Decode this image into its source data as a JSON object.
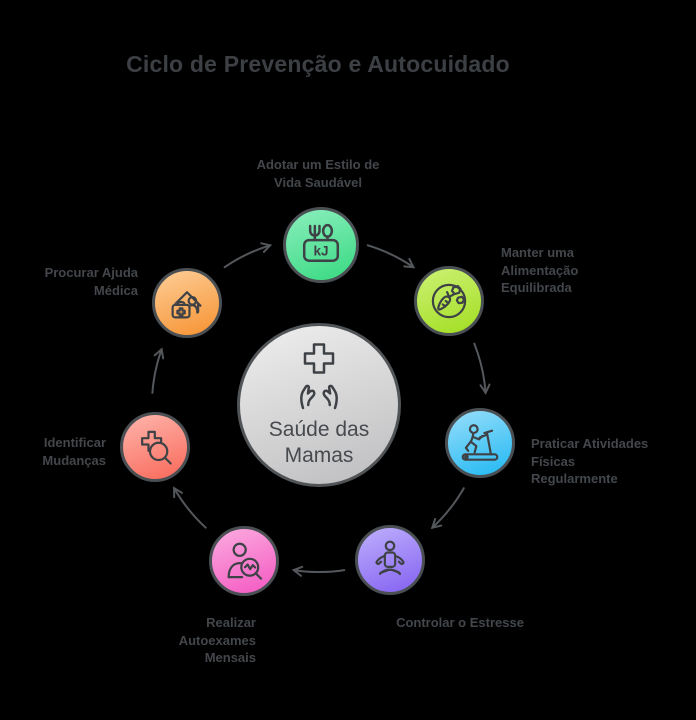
{
  "title": "Ciclo de Prevenção e Autocuidado",
  "background_color": "#000000",
  "title_color": "#3c4044",
  "label_color": "#43474b",
  "arrow_color": "#54575b",
  "icon_stroke_color": "#3e4246",
  "node_border_color": "#4a4f53",
  "center": {
    "label": "Saúde das\nMamas",
    "icon": "hands-holding-cross-icon",
    "color_top": "#ebebeb",
    "color_bottom": "#bfbfc1"
  },
  "nodes": [
    {
      "label": "Adotar um Estilo de\nVida Saudável",
      "icon": "utensils-energy-icon",
      "icon_text": "kJ",
      "color_top": "#84edb8",
      "color_bottom": "#3cda84"
    },
    {
      "label": "Manter uma\nAlimentação\nEquilibrada",
      "icon": "healthy-food-plate-icon",
      "color_top": "#c9ef6d",
      "color_bottom": "#a4df26"
    },
    {
      "label": "Praticar Atividades\nFísicas\nRegularmente",
      "icon": "treadmill-runner-icon",
      "color_top": "#8edbf9",
      "color_bottom": "#27baf3"
    },
    {
      "label": "Controlar o Estresse",
      "icon": "meditation-icon",
      "color_top": "#b9a9fb",
      "color_bottom": "#8765f2"
    },
    {
      "label": "Realizar\nAutoexames\nMensais",
      "icon": "self-exam-magnifier-icon",
      "color_top": "#fba5dd",
      "color_bottom": "#f45cc3"
    },
    {
      "label": "Identificar\nMudanças",
      "icon": "cross-magnifier-icon",
      "color_top": "#feafa6",
      "color_bottom": "#f96c5d"
    },
    {
      "label": "Procurar Ajuda\nMédica",
      "icon": "medical-home-icon",
      "color_top": "#fdc98f",
      "color_bottom": "#f79536"
    }
  ]
}
